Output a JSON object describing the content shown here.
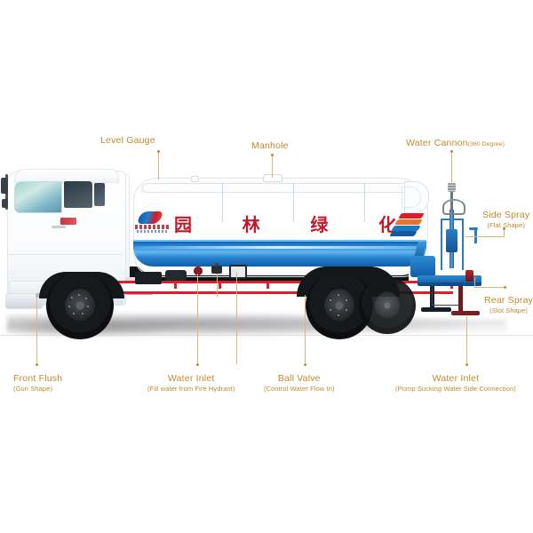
{
  "diagram": {
    "title": "Water Tanker Truck Component Callout Diagram",
    "subject": "sprinkler-water-tank-truck",
    "label_color": "#C08A2C",
    "leader_color": "#D9B777",
    "accent_red": "#D9202B",
    "accent_blue": "#1E79C4",
    "background": "#FFFFFF"
  },
  "vehicle": {
    "tank_slogan_characters": [
      "园",
      "林",
      "绿",
      "化"
    ],
    "tank_slogan_text": "园林绿化",
    "brand_logo": "dongfeng-logo",
    "body_color": "#FFFFFF",
    "stripe_color": "#1E79C4",
    "chassis_highlight_color": "#D9202B"
  },
  "callouts": [
    {
      "id": "level-gauge",
      "main": "Level Gauge",
      "sub": "",
      "sub_inline": "",
      "align": "center"
    },
    {
      "id": "manhole",
      "main": "Manhole",
      "sub": "",
      "sub_inline": "",
      "align": "center"
    },
    {
      "id": "water-cannon",
      "main": "Water Cannon",
      "sub": "",
      "sub_inline": "(360 Degree)",
      "align": "center"
    },
    {
      "id": "side-spray",
      "main": "Side Spray",
      "sub": "(Flat Shape)",
      "sub_inline": "",
      "align": "center"
    },
    {
      "id": "rear-spray",
      "main": "Rear Spray",
      "sub": "(Slot Shape)",
      "sub_inline": "",
      "align": "center"
    },
    {
      "id": "front-flush",
      "main": "Front Flush",
      "sub": "(Gun Shape)",
      "sub_inline": "",
      "align": "left"
    },
    {
      "id": "water-inlet-hydrant",
      "main": "Water Inlet",
      "sub": "(Fill water from Fire Hydrant)",
      "sub_inline": "",
      "align": "center"
    },
    {
      "id": "ball-valve",
      "main": "Ball Valve",
      "sub": "(Control Water Flow In)",
      "sub_inline": "",
      "align": "center"
    },
    {
      "id": "water-inlet-pump",
      "main": "Water Inlet",
      "sub": "(Pump Sucking Water Side Connection)",
      "sub_inline": "",
      "align": "center"
    }
  ]
}
